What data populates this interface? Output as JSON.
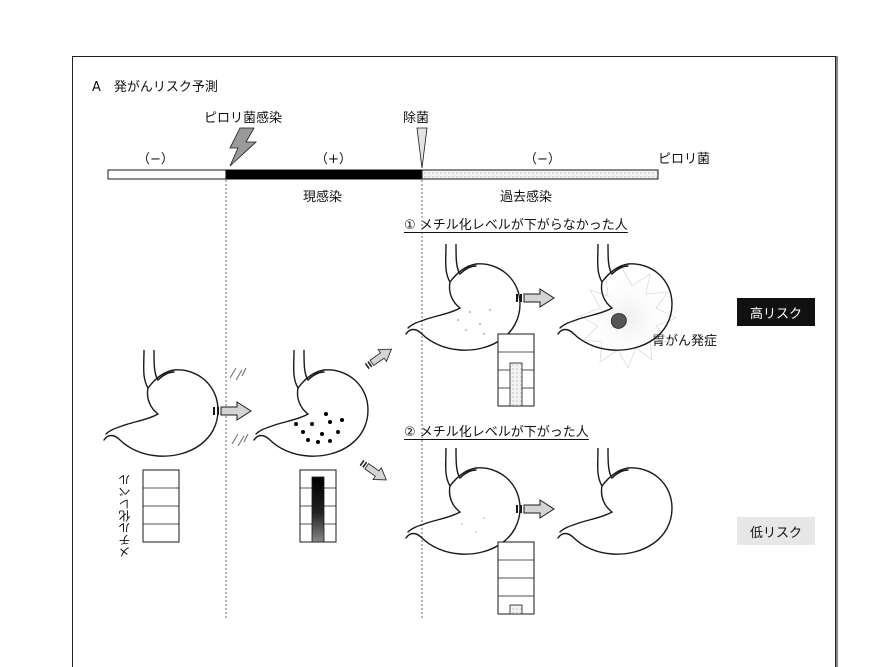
{
  "panel_title": "A　発がんリスク予測",
  "timeline": {
    "event_infection": "ピロリ菌感染",
    "event_eradication": "除菌",
    "status_before": "（−）",
    "status_during": "（+）",
    "status_after": "（−）",
    "bacteria_label": "ピロリ菌",
    "current_infection": "現感染",
    "past_infection": "過去感染"
  },
  "methylation_label": "メチル化レベル",
  "case_1": {
    "heading": "① メチル化レベルが下がらなかった人",
    "outcome": "胃がん発症",
    "risk": "高リスク"
  },
  "case_2": {
    "heading": "② メチル化レベルが下がった人",
    "risk": "低リスク"
  },
  "colors": {
    "line": "#1a1a1a",
    "bar_infected": "#000000",
    "bar_past": "#e6e6e6",
    "high_risk_bg": "#111111",
    "low_risk_bg": "#e7e7e7",
    "arrow_fill": "#d4d4d4"
  },
  "icons": [
    "lightning-icon",
    "eradication-marker-icon",
    "stomach-icon",
    "arrow-right-icon",
    "tumor-burst-icon"
  ],
  "methylation_levels": {
    "baseline": 0,
    "during_infection": 0.9,
    "case_1_after": 0.6,
    "case_2_after": 0.12
  }
}
